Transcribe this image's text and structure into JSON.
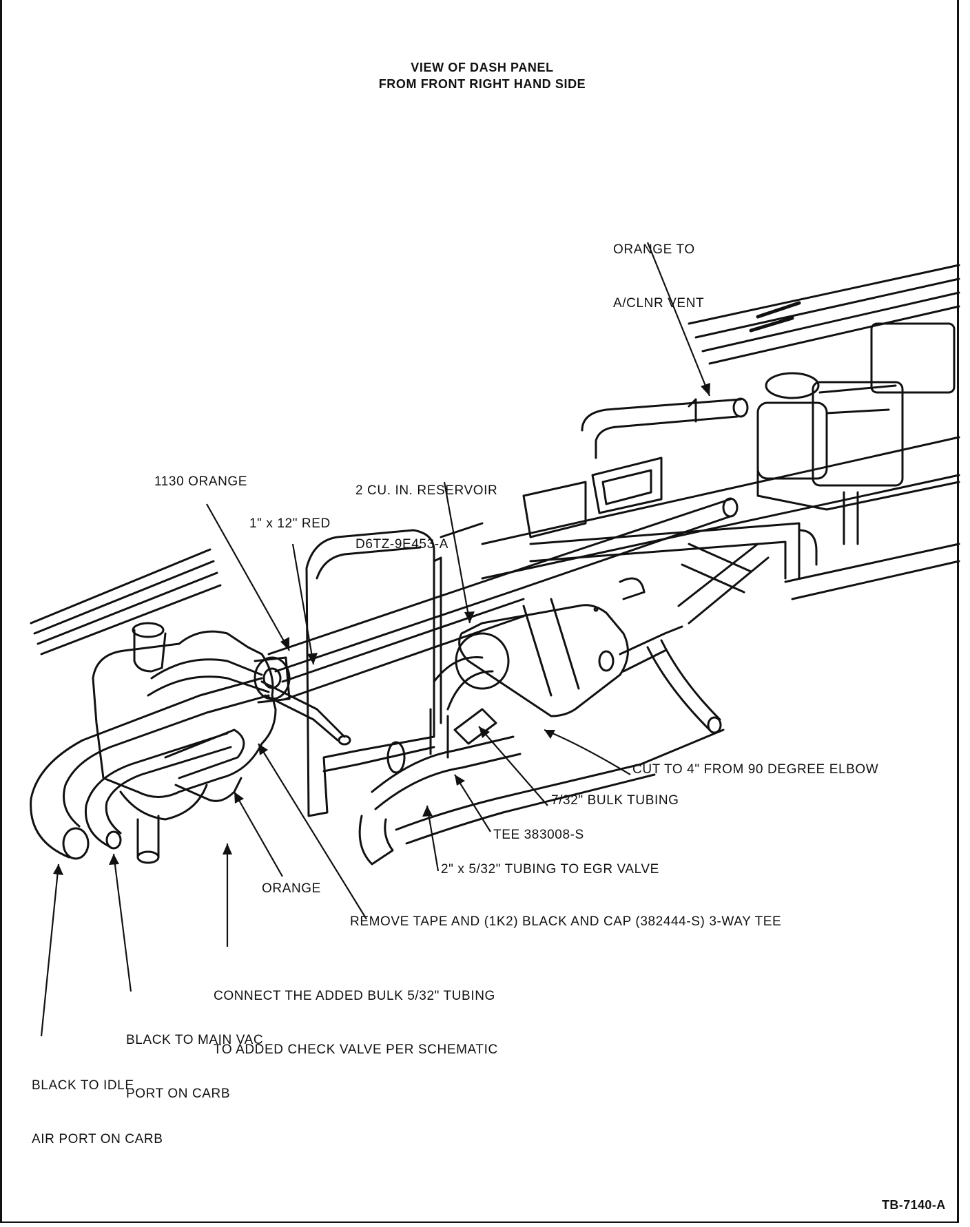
{
  "title": {
    "line1": "VIEW OF DASH PANEL",
    "line2": "FROM FRONT RIGHT HAND SIDE"
  },
  "labels": {
    "orange_vent_1": "ORANGE TO",
    "orange_vent_2": "A/CLNR VENT",
    "reservoir_1": "2 CU. IN. RESERVOIR",
    "reservoir_2": "D6TZ-9E453-A",
    "orange_1130": "1130 ORANGE",
    "red_tube": "1\" x 12\" RED",
    "cut_to": "CUT TO 4\" FROM 90 DEGREE ELBOW",
    "bulk_tubing": "7/32\" BULK TUBING",
    "tee": "TEE 383008-S",
    "egr_tubing": "2\" x 5/32\" TUBING TO EGR VALVE",
    "orange": "ORANGE",
    "remove_tape": "REMOVE TAPE AND (1K2) BLACK AND CAP (382444-S) 3-WAY TEE",
    "connect_1": "CONNECT THE ADDED BULK 5/32\" TUBING",
    "connect_2": "TO ADDED CHECK VALVE PER SCHEMATIC",
    "main_vac_1": "BLACK TO MAIN VAC",
    "main_vac_2": "PORT ON CARB",
    "idle_air_1": "BLACK TO IDLE",
    "idle_air_2": "AIR PORT ON CARB"
  },
  "figure_code": "TB-7140-A"
}
